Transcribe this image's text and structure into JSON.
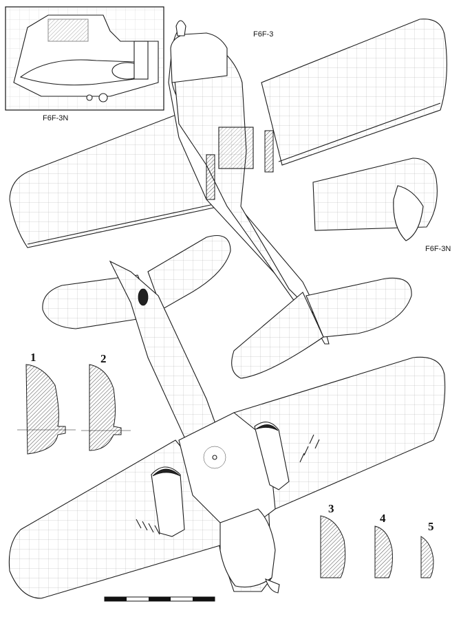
{
  "labels": {
    "top_view": "F6F-3",
    "inset_top_left": "F6F-3N",
    "inset_right": "F6F-3N"
  },
  "sections": [
    "1",
    "2",
    "3",
    "4",
    "5"
  ]
}
